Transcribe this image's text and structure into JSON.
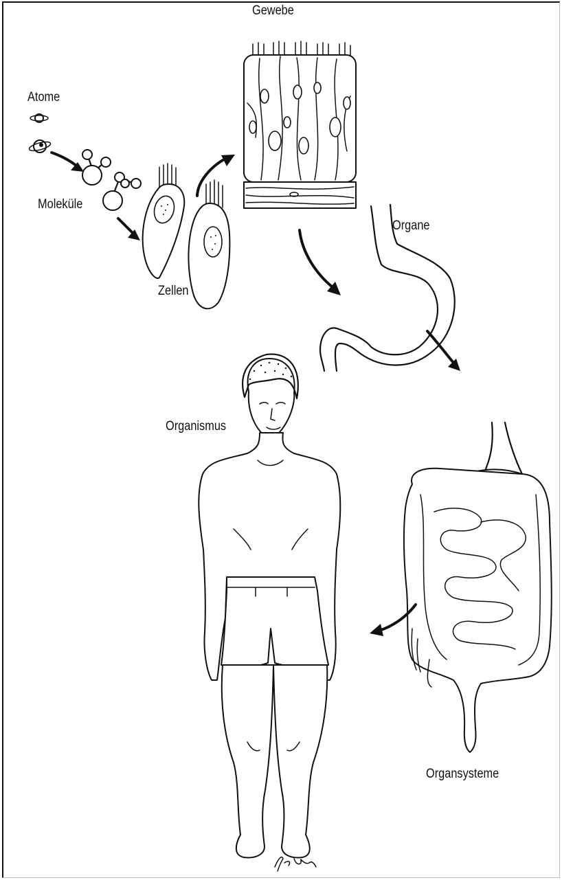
{
  "labels": {
    "atoms": "Atome",
    "molecules": "Moleküle",
    "cells": "Zellen",
    "tissue": "Gewebe",
    "organs": "Organe",
    "organ_systems": "Organsysteme",
    "organism": "Organismus"
  },
  "colors": {
    "ink": "#111111",
    "background": "#ffffff"
  }
}
